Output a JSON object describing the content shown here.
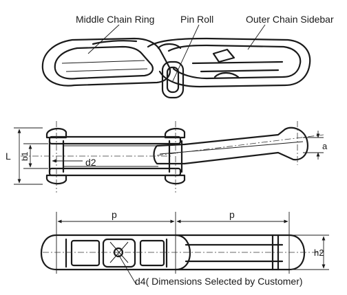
{
  "callouts": {
    "middle_chain_ring": "Middle Chain Ring",
    "pin_roll": "Pin Roll",
    "outer_chain_sidebar": "Outer Chain Sidebar"
  },
  "dimensions": {
    "L": "L",
    "b1": "b1",
    "d2": "d2",
    "a": "a",
    "p_left": "p",
    "p_right": "p",
    "h2": "h2",
    "d4": "d4( Dimensions Selected by Customer)"
  },
  "icons": [
    "arrowhead"
  ]
}
